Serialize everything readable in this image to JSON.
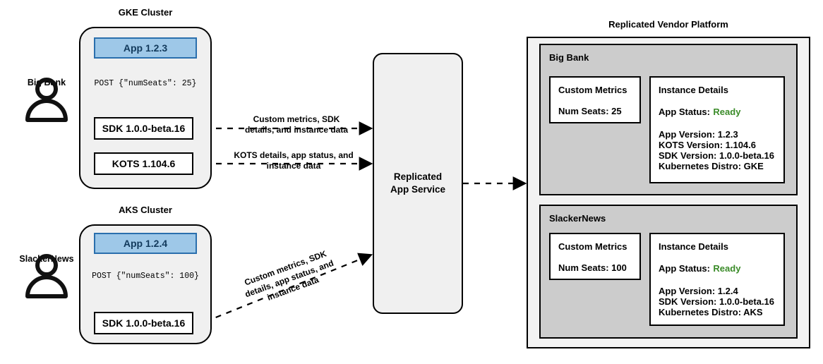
{
  "clusters": [
    {
      "title": "GKE Cluster",
      "actor": "Big Bank",
      "app": "App 1.2.3",
      "post": "POST {\"numSeats\": 25}",
      "components": [
        "SDK 1.0.0-beta.16",
        "KOTS 1.104.6"
      ]
    },
    {
      "title": "AKS Cluster",
      "actor": "SlackerNews",
      "app": "App 1.2.4",
      "post": "POST {\"numSeats\": 100}",
      "components": [
        "SDK 1.0.0-beta.16"
      ]
    }
  ],
  "edges": {
    "sdk_gke": [
      "Custom metrics, SDK",
      "details, and instance data"
    ],
    "kots_gke": [
      "KOTS details, app status, and",
      "instance data"
    ],
    "sdk_aks": [
      "Custom metrics, SDK",
      "details, app status, and",
      "instance data"
    ]
  },
  "service": {
    "line1": "Replicated",
    "line2": "App Service"
  },
  "platform": {
    "title": "Replicated Vendor Platform",
    "tenants": [
      {
        "name": "Big Bank",
        "metrics": {
          "heading": "Custom Metrics",
          "rows": [
            "Num Seats: 25"
          ]
        },
        "instance": {
          "heading": "Instance Details",
          "status_label": "App Status:",
          "status_value": "Ready",
          "rows": [
            "App Version: 1.2.3",
            "KOTS Version: 1.104.6",
            "SDK Version: 1.0.0-beta.16",
            "Kubernetes Distro: GKE"
          ]
        }
      },
      {
        "name": "SlackerNews",
        "metrics": {
          "heading": "Custom Metrics",
          "rows": [
            "Num Seats: 100"
          ]
        },
        "instance": {
          "heading": "Instance Details",
          "status_label": "App Status:",
          "status_value": "Ready",
          "rows": [
            "App Version: 1.2.4",
            "SDK Version: 1.0.0-beta.16",
            "Kubernetes Distro: AKS"
          ]
        }
      }
    ]
  },
  "colors": {
    "app_fill": "#9ec8e8",
    "app_border": "#2a6fad",
    "cluster_fill": "#f0f0f0",
    "tenant_fill": "#cccccc",
    "platform_fill": "#f2f2f2",
    "status_ok": "#3a8b28"
  }
}
